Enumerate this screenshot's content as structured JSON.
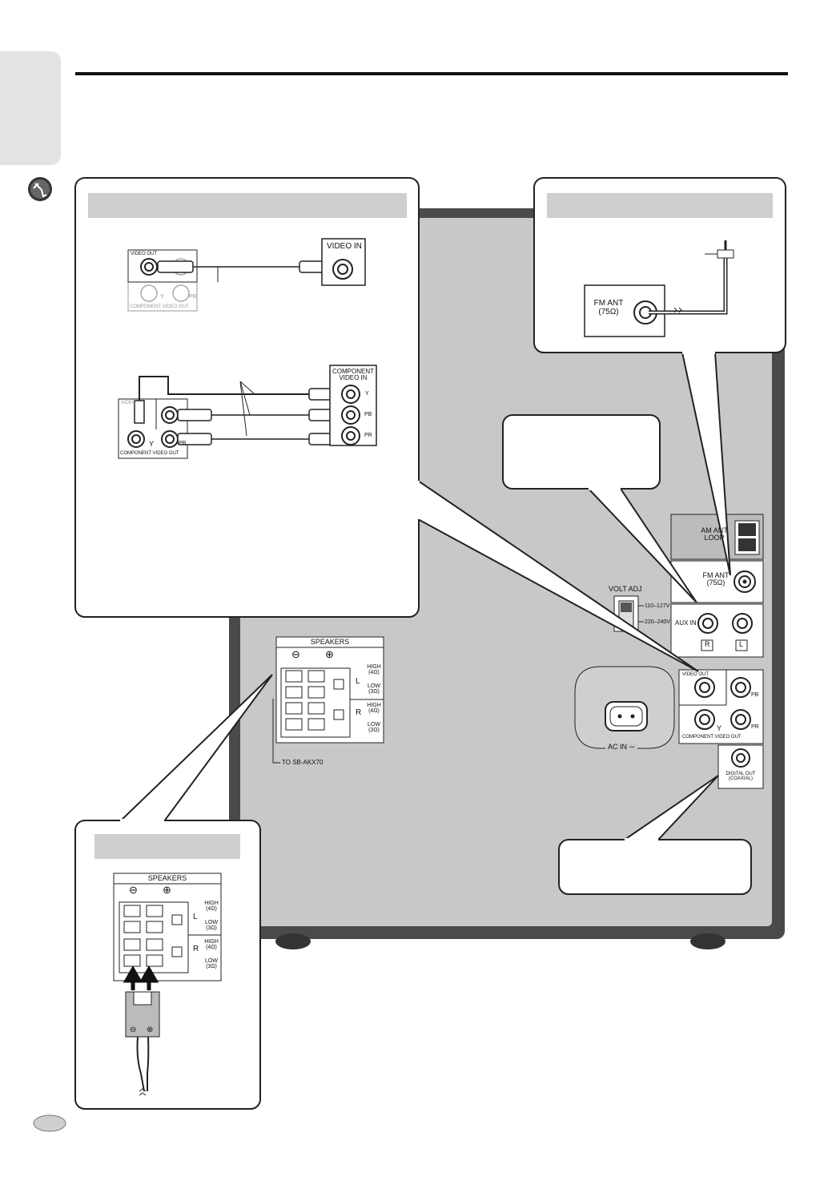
{
  "page": {
    "side_tab": "",
    "page_number": ""
  },
  "panels": {
    "video_connection_header": "",
    "fm_antenna_header": "",
    "speaker_header": "",
    "aux_callout_text": "",
    "digital_callout_text": ""
  },
  "video_out_detail": {
    "video_out_label": "VIDEO OUT",
    "y_label": "Y",
    "pb_label": "PB",
    "component_video_out_label": "COMPONENT VIDEO OUT",
    "tv_video_in_label": "VIDEO IN"
  },
  "component_detail": {
    "video_label": "VIDEO",
    "y_label": "Y",
    "pb_label": "PB",
    "component_video_out_label": "COMPONENT VIDEO OUT",
    "tv_component_in_label": "COMPONENT\nVIDEO IN",
    "tv_y_label": "Y",
    "tv_pb_label": "PB",
    "tv_pr_label": "PR"
  },
  "fm_detail": {
    "fm_ant_label": "FM ANT\n(75Ω)"
  },
  "back_panel": {
    "am_ant_label": "AM ANT\nLOOP",
    "fm_ant_label": "FM ANT\n(75Ω)",
    "volt_adj_label": "VOLT  ADJ",
    "volt_110_label": "110–127V",
    "volt_220_label": "220–240V",
    "aux_in_label": "AUX IN",
    "r_label": "R",
    "l_label": "L",
    "video_out_label": "VIDEO OUT",
    "pb_label": "PB",
    "y_label": "Y",
    "pr_label": "PR",
    "component_video_out_label": "COMPONENT VIDEO OUT",
    "digital_out_label": "DIGITAL OUT\n(COAXIAL)",
    "ac_in_label": "AC IN ∼",
    "speakers_title": "SPEAKERS",
    "minus_label": "⊖",
    "plus_label": "⊕",
    "high_l_label": "HIGH\n(4Ω)",
    "low_l_label": "LOW\n(3Ω)",
    "high_r_label": "HIGH\n(4Ω)",
    "low_r_label": "LOW\n(3Ω)",
    "l_channel_label": "L",
    "r_channel_label": "R",
    "to_speaker_label": "TO SB-AKX70"
  },
  "speaker_detail": {
    "speakers_title": "SPEAKERS",
    "minus_label": "⊖",
    "plus_label": "⊕",
    "high_l_label": "HIGH\n(4Ω)",
    "low_l_label": "LOW\n(3Ω)",
    "high_r_label": "HIGH\n(4Ω)",
    "low_r_label": "LOW\n(3Ω)",
    "l_channel_label": "L",
    "r_channel_label": "R",
    "plug_minus_label": "⊖",
    "plug_plus_label": "⊕"
  },
  "icons": {
    "connection_icon": "plug-icon"
  },
  "colors": {
    "panel_gray": "#c8c8c8",
    "header_gray": "#cfcfcf",
    "outline": "#222222",
    "panel_frame": "#4a4a4a"
  }
}
